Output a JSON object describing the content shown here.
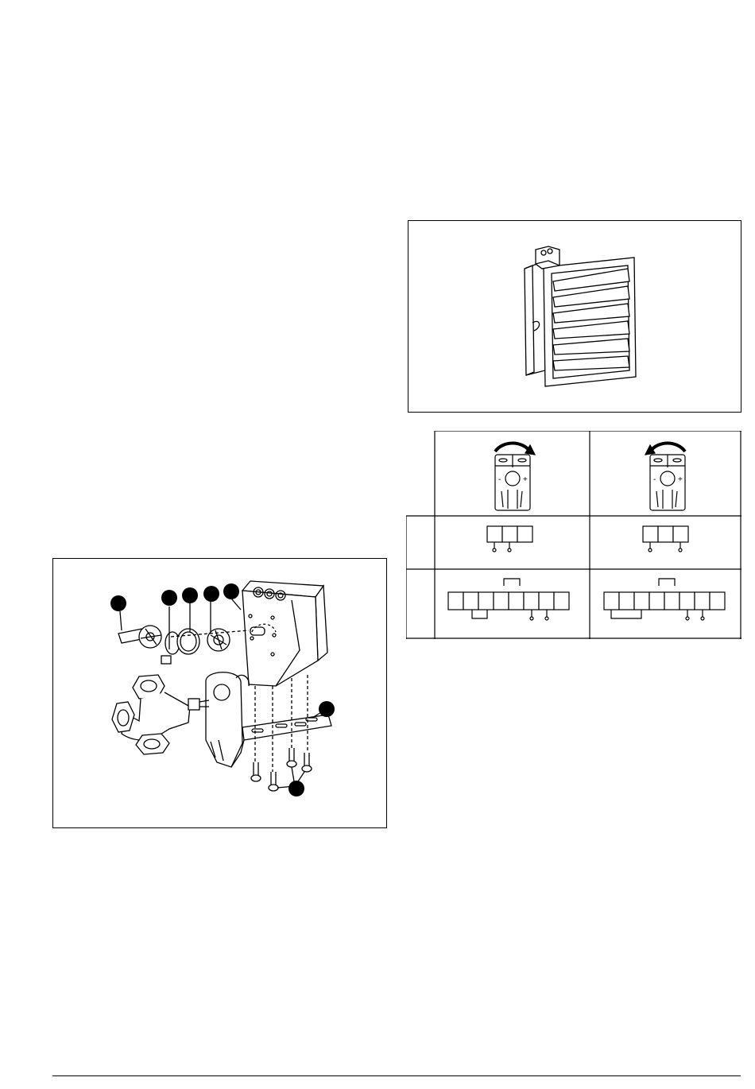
{
  "figures": {
    "exploded_view": {
      "callout_count": 7
    },
    "damper": {},
    "wiring_table": {
      "columns": 2,
      "rows": 3,
      "col1_rotation": "clockwise",
      "col2_rotation": "counterclockwise",
      "small_terminal_count": 3,
      "large_terminal_count": 8
    }
  }
}
